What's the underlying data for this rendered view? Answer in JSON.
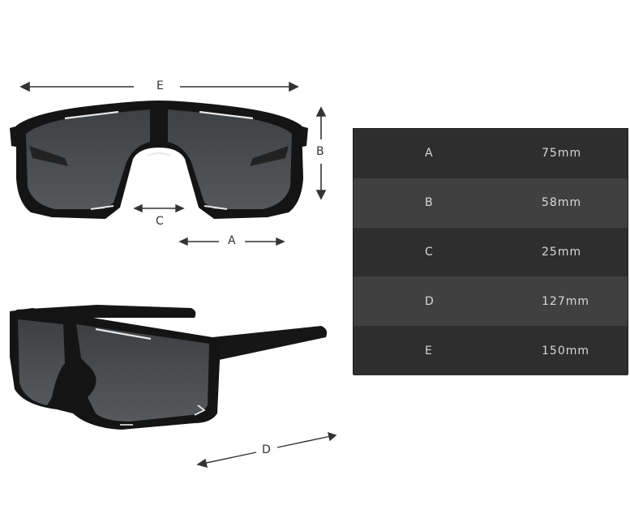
{
  "front_view": {
    "labels": {
      "A": "A",
      "B": "B",
      "C": "C",
      "E": "E"
    }
  },
  "side_view": {
    "labels": {
      "D": "D"
    }
  },
  "size_table": {
    "rows": [
      {
        "key": "A",
        "value": "75mm"
      },
      {
        "key": "B",
        "value": "58mm"
      },
      {
        "key": "C",
        "value": "25mm"
      },
      {
        "key": "D",
        "value": "127mm"
      },
      {
        "key": "E",
        "value": "150mm"
      }
    ]
  },
  "colors": {
    "frame": "#141414",
    "lens": "#4a4d50",
    "table_dark": "#2e2e2e",
    "table_light": "#404040",
    "table_text": "#d8d8d8"
  }
}
